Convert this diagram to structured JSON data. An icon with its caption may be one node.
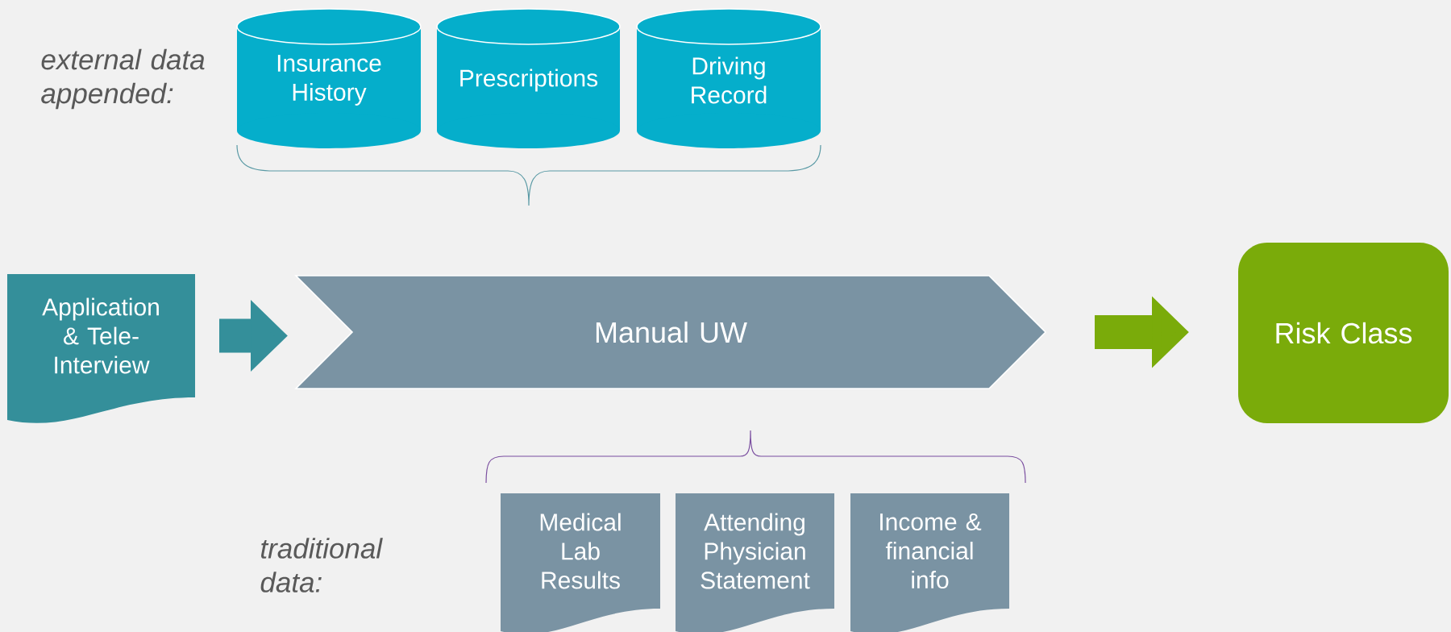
{
  "diagram": {
    "nodes": [
      {
        "text": [
          "Application & Tele-Interview"
        ]
      },
      {
        "text": [
          "Manual UW"
        ]
      },
      {
        "text": [
          "Risk Class"
        ]
      },
      {
        "text": [
          "Insurance History"
        ]
      },
      {
        "text": [
          "Prescriptions"
        ]
      },
      {
        "text": [
          "Driving Record"
        ]
      },
      {
        "text": [
          "Medical Lab Results"
        ]
      },
      {
        "text": [
          "Attending Physician Statement"
        ]
      },
      {
        "text": [
          "Income & financial info"
        ]
      }
    ],
    "edges": [
      {
        "from": 0,
        "to": 1,
        "arrow": "to",
        "color": "#348f9a"
      },
      {
        "from": 1,
        "to": 2,
        "arrow": "to",
        "color": "#7aab0a"
      }
    ],
    "labels": [
      "external data appended:",
      "traditional data:"
    ]
  }
}
